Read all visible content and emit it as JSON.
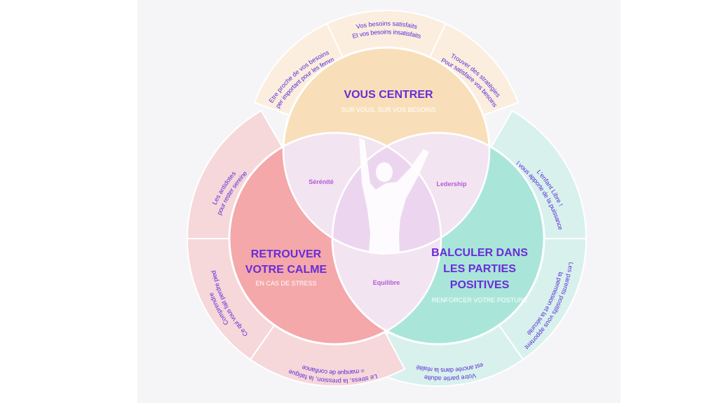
{
  "outer": {
    "top_left": [
      "Etre proche de vos besoins",
      "Hyper important pour les femmes"
    ],
    "top": [
      "Vos besoins satisfaits",
      "Et vos besoins insatisfaits"
    ],
    "top_right": [
      "Trouver des stratégies",
      "Pour satisfaire vos besoins"
    ],
    "right_top": [
      "L'enfant Libre !",
      "Il vous apporte de la puissance"
    ],
    "right_bottom": [
      "Les parents positifs vous apportent",
      "la permission et la sécurité"
    ],
    "bottom_right": [
      "Votre partie adulte",
      "est ancrée dans la réalité"
    ],
    "bottom_left": [
      "Le stress, la pression, la fatigue",
      "= manque de confiance"
    ],
    "left_bottom": [
      "Comprendre",
      "Ce qui vous fait perdre pied"
    ],
    "left_top": [
      "Les antidotes",
      "pour rester sereine"
    ]
  },
  "circles": {
    "top": {
      "title": "VOUS CENTRER",
      "subtitle": "SUR VOUS, SUR VOS BESOINS"
    },
    "left": {
      "title_lines": [
        "RETROUVER",
        "VOTRE CALME"
      ],
      "subtitle": "EN CAS DE STRESS"
    },
    "right": {
      "title_lines": [
        "BALCULER DANS",
        "LES PARTIES",
        "POSITIVES"
      ],
      "subtitle": "RENFORCER VOTRE POSTURE"
    }
  },
  "intersections": {
    "top_left": "Sérénité",
    "top_right": "Ledership",
    "bottom": "Equilibre"
  },
  "colors": {
    "orange_ring": "#fbeede",
    "orange_circle": "#f8dfb9",
    "pink_ring": "#f6d7da",
    "pink_circle": "#f4a8a9",
    "teal_ring": "#d8f1ed",
    "teal_circle": "#a9e6d9",
    "overlap": "#f3e4f1",
    "title": "#6a2bd9",
    "ring_text": "#5b2bd6"
  }
}
